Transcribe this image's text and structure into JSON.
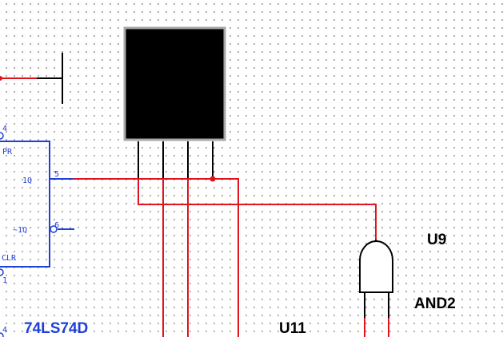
{
  "flipflop": {
    "part": "74LS74D",
    "pin_pr_num": "4",
    "pin_pr_label": "PR",
    "pin_q_label": "1Q",
    "pin_q_num": "5",
    "pin_nq_label": "~1Q",
    "pin_nq_num": "6",
    "pin_clr_label": "CLR",
    "pin_clr_num": "1",
    "pin_bottom_num": "4"
  },
  "and_gate": {
    "refdes": "U9",
    "part": "AND2"
  },
  "display": {
    "refdes": "U11"
  },
  "colors": {
    "wire_signal": "#e0141e",
    "wire_component": "#000000",
    "component_outline": "#1f3fd6",
    "display_body": "#000000",
    "display_frame": "#a8a8a8"
  }
}
